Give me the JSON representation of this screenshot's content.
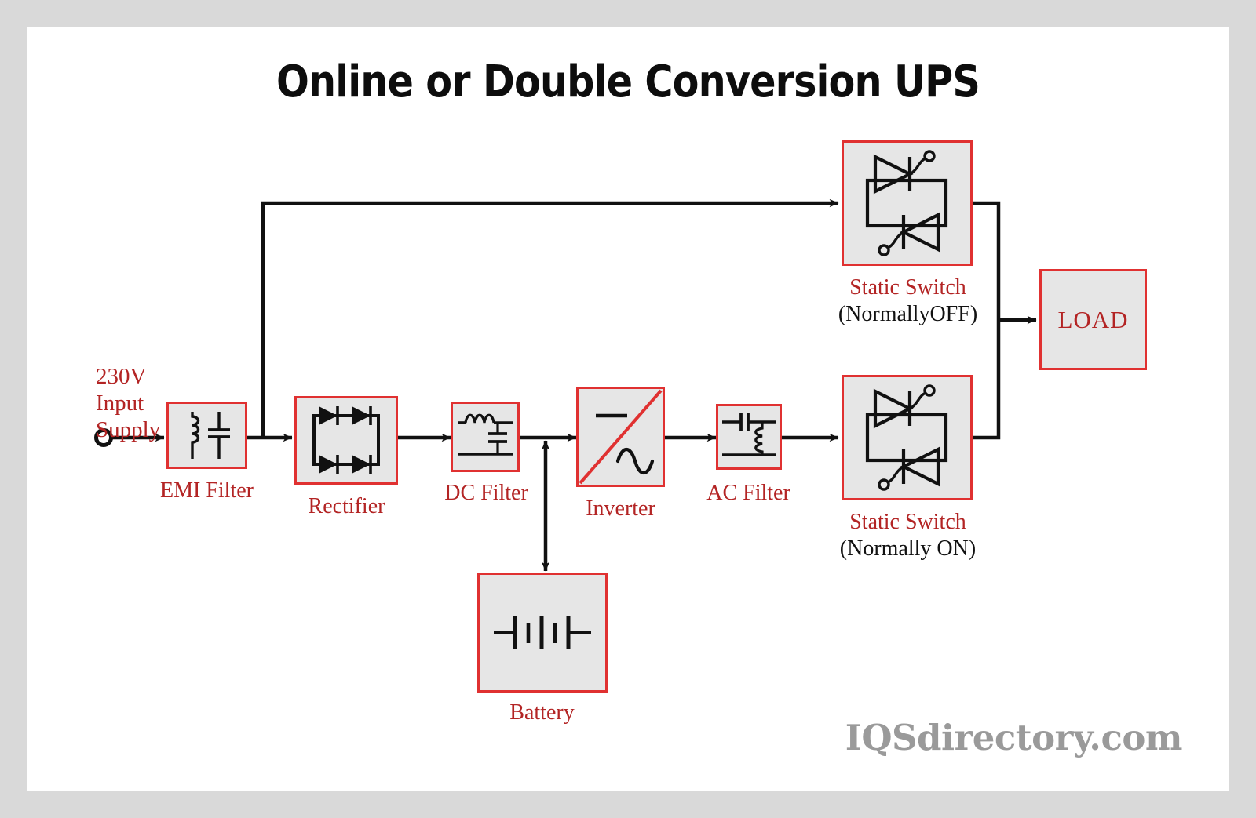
{
  "diagram": {
    "title": "Online or Double Conversion UPS",
    "watermark": "IQSdirectory.com",
    "colors": {
      "block_border": "#e03131",
      "block_fill": "#e6e6e6",
      "label_red": "#b32424",
      "label_black": "#111111",
      "wire": "#111111",
      "frame": "#d9d9d9",
      "canvas": "#ffffff",
      "watermark": "#9a9a9a"
    }
  },
  "source": {
    "label_line1": "230V",
    "label_line2": "Input",
    "label_line3": "Supply",
    "terminal": "open-circle-terminal"
  },
  "blocks": [
    {
      "id": "emi-filter",
      "label": "EMI Filter",
      "sublabel": "",
      "symbol": "inductor-capacitor-lowpass"
    },
    {
      "id": "rectifier",
      "label": "Rectifier",
      "sublabel": "",
      "symbol": "diode-bridge"
    },
    {
      "id": "dc-filter",
      "label": "DC Filter",
      "sublabel": "",
      "symbol": "series-inductor-shunt-capacitor"
    },
    {
      "id": "inverter",
      "label": "Inverter",
      "sublabel": "",
      "symbol": "dc-to-ac-diagonal"
    },
    {
      "id": "ac-filter",
      "label": "AC Filter",
      "sublabel": "",
      "symbol": "series-capacitor-shunt-inductor"
    },
    {
      "id": "static-switch-off",
      "label": "Static Switch",
      "sublabel": "(NormallyOFF)",
      "symbol": "antiparallel-thyristor-pair"
    },
    {
      "id": "static-switch-on",
      "label": "Static Switch",
      "sublabel": "(Normally ON)",
      "symbol": "antiparallel-thyristor-pair"
    },
    {
      "id": "battery",
      "label": "Battery",
      "sublabel": "",
      "symbol": "battery-cells"
    },
    {
      "id": "load",
      "label": "LOAD",
      "sublabel": "",
      "symbol": "load-box"
    }
  ],
  "connections": [
    {
      "from": "source",
      "to": "emi-filter",
      "type": "arrow"
    },
    {
      "from": "emi-filter",
      "to": "rectifier",
      "type": "arrow"
    },
    {
      "from": "emi-filter",
      "to": "static-switch-off",
      "type": "bypass-arrow"
    },
    {
      "from": "rectifier",
      "to": "dc-filter",
      "type": "arrow"
    },
    {
      "from": "dc-filter",
      "to": "inverter",
      "type": "arrow"
    },
    {
      "from": "dc-bus",
      "to": "battery",
      "type": "double-arrow"
    },
    {
      "from": "inverter",
      "to": "ac-filter",
      "type": "arrow"
    },
    {
      "from": "ac-filter",
      "to": "static-switch-on",
      "type": "arrow"
    },
    {
      "from": "static-switch-off",
      "to": "load",
      "type": "bus-arrow"
    },
    {
      "from": "static-switch-on",
      "to": "load",
      "type": "bus-arrow"
    }
  ]
}
